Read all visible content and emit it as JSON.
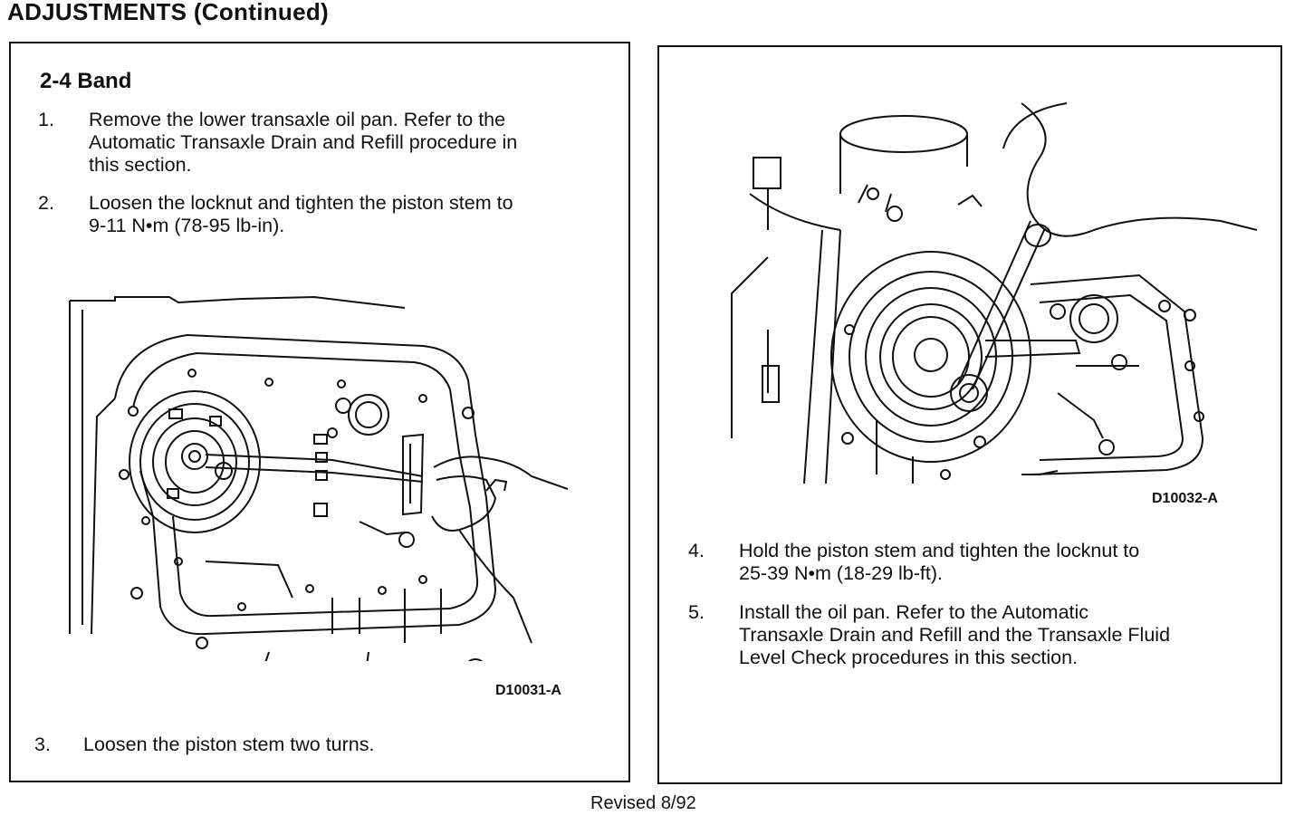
{
  "heading": "ADJUSTMENTS (Continued)",
  "section_title": "2-4 Band",
  "steps": [
    {
      "num": "1.",
      "lines": [
        "Remove the lower transaxle oil pan. Refer to the",
        "Automatic Transaxle Drain and Refill procedure in",
        "this section."
      ]
    },
    {
      "num": "2.",
      "lines": [
        "Loosen the locknut and tighten the piston stem to",
        "9-11 N•m (78-95 lb-in)."
      ]
    },
    {
      "num": "3.",
      "lines": [
        "Loosen the piston stem two turns."
      ]
    },
    {
      "num": "4.",
      "lines": [
        "Hold the piston stem and tighten the locknut to",
        "25-39 N•m (18-29 lb-ft)."
      ]
    },
    {
      "num": "5.",
      "lines": [
        "Install the oil pan. Refer to the Automatic",
        "Transaxle Drain and Refill and the Transaxle Fluid",
        "Level Check procedures in this section."
      ]
    }
  ],
  "figures": {
    "left_id": "D10031-A",
    "right_id": "D10032-A"
  },
  "footer": "Revised 8/92"
}
